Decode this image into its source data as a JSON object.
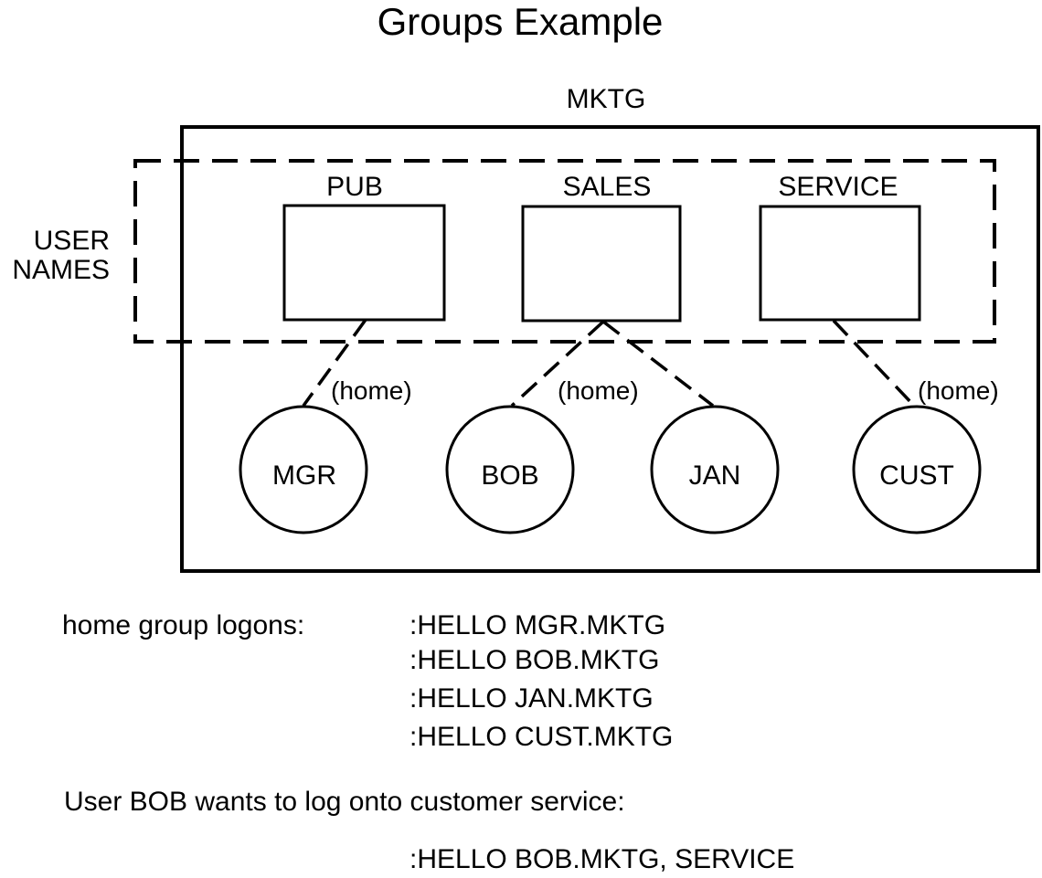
{
  "title": "Groups Example",
  "account": "MKTG",
  "side_label": {
    "line1": "USER",
    "line2": "NAMES"
  },
  "groups": [
    {
      "name": "PUB"
    },
    {
      "name": "SALES"
    },
    {
      "name": "SERVICE"
    }
  ],
  "home_label": "(home)",
  "users": [
    {
      "name": "MGR",
      "home_group": "PUB"
    },
    {
      "name": "BOB",
      "home_group": "SALES"
    },
    {
      "name": "JAN",
      "home_group": "SALES"
    },
    {
      "name": "CUST",
      "home_group": "SERVICE"
    }
  ],
  "logons": {
    "label": "home group logons:",
    "lines": [
      ":HELLO MGR.MKTG",
      ":HELLO BOB.MKTG",
      ":HELLO JAN.MKTG",
      ":HELLO CUST.MKTG"
    ]
  },
  "note": {
    "text": "User BOB wants to log onto customer service:",
    "command": ":HELLO BOB.MKTG, SERVICE"
  },
  "colors": {
    "ink": "#000000",
    "background": "#ffffff"
  }
}
